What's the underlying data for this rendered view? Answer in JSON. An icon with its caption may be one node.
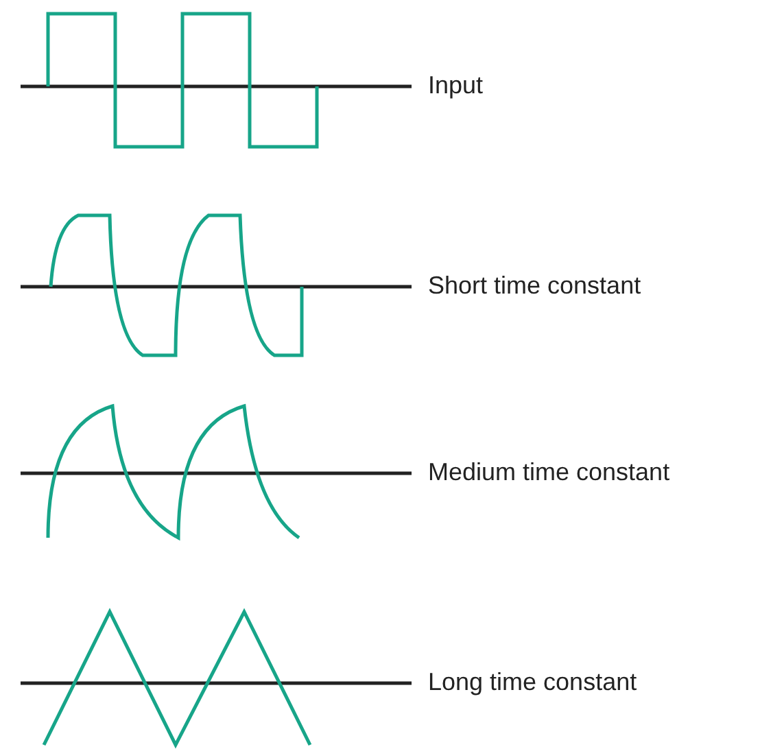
{
  "diagram": {
    "labels": [
      "Input",
      "Short time constant",
      "Medium time constant",
      "Long time constant"
    ]
  }
}
